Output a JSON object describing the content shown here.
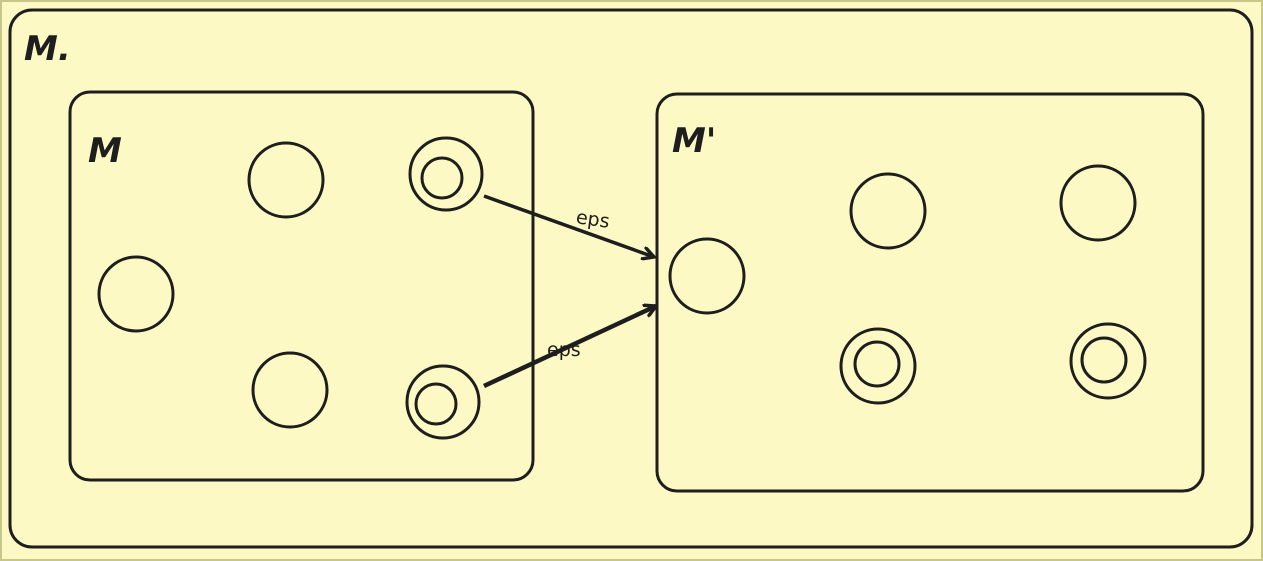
{
  "diagram": {
    "outer_label": "M.",
    "left_box_label": "M",
    "right_box_label": "M'",
    "arrow_labels": [
      "eps",
      "eps"
    ],
    "colors": {
      "background": "#fdf9c4",
      "stroke": "#1e1e1e"
    }
  }
}
